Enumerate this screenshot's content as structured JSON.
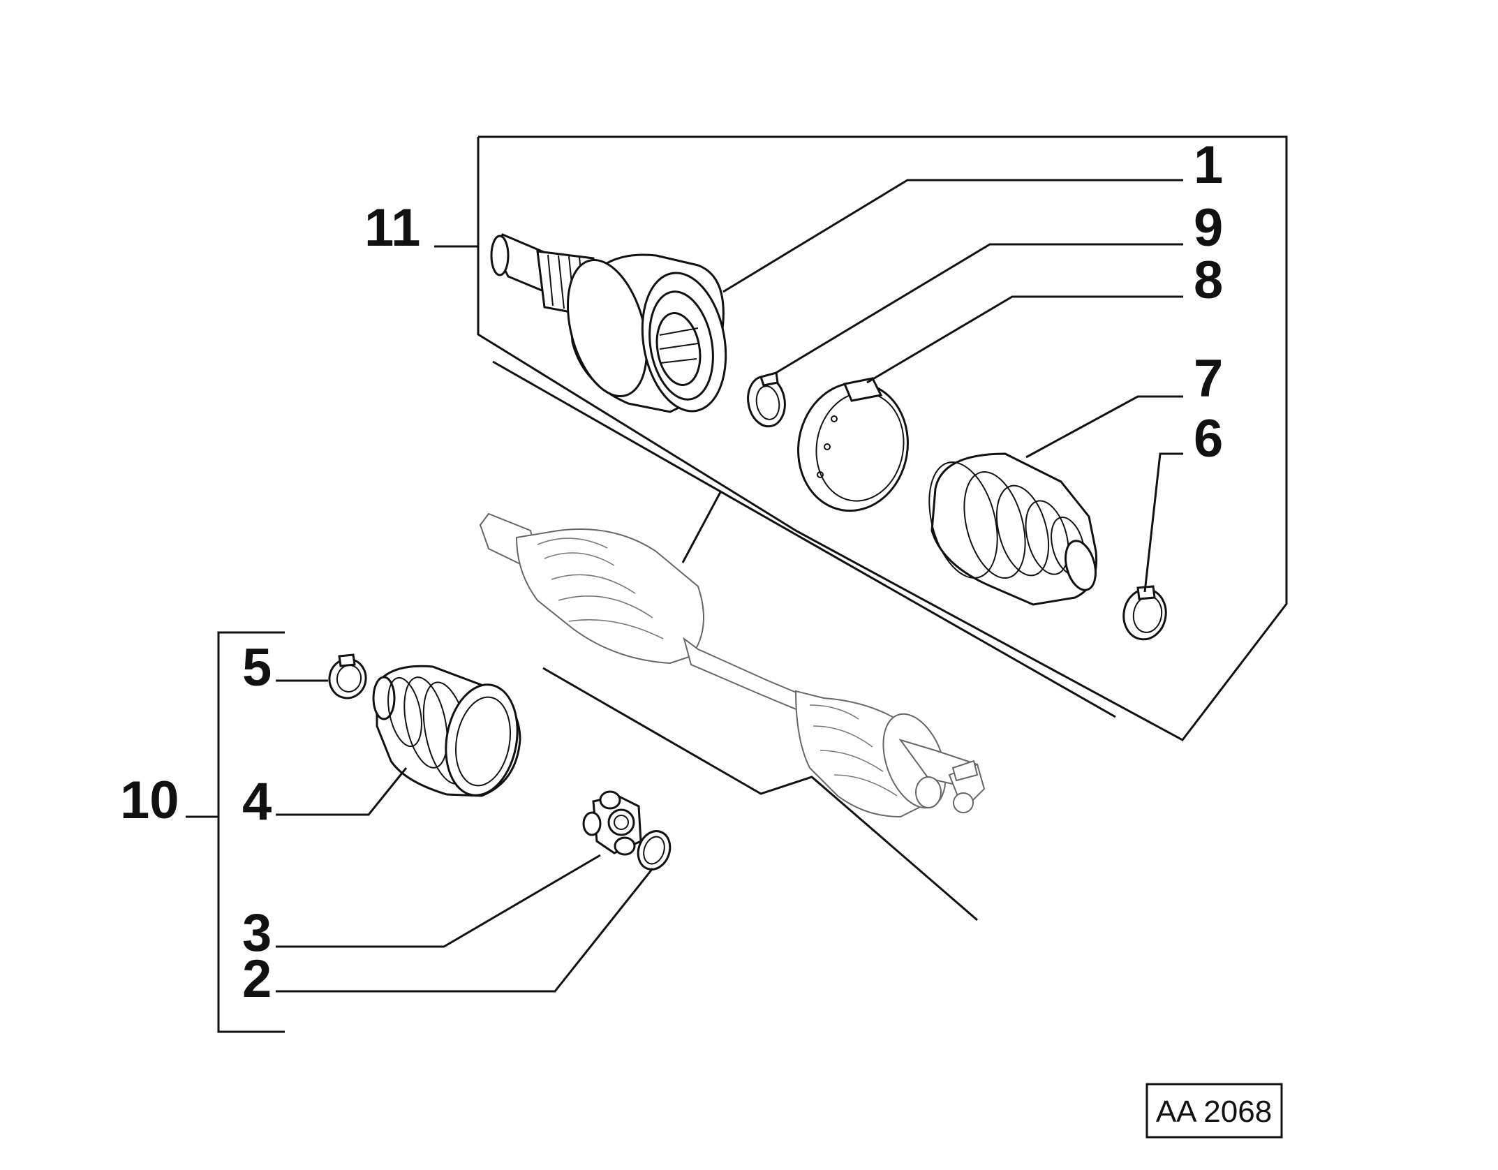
{
  "diagram": {
    "callouts": {
      "c1": "1",
      "c2": "2",
      "c3": "3",
      "c4": "4",
      "c5": "5",
      "c6": "6",
      "c7": "7",
      "c8": "8",
      "c9": "9",
      "c10": "10",
      "c11": "11"
    },
    "reference_code": "AA 2068"
  }
}
